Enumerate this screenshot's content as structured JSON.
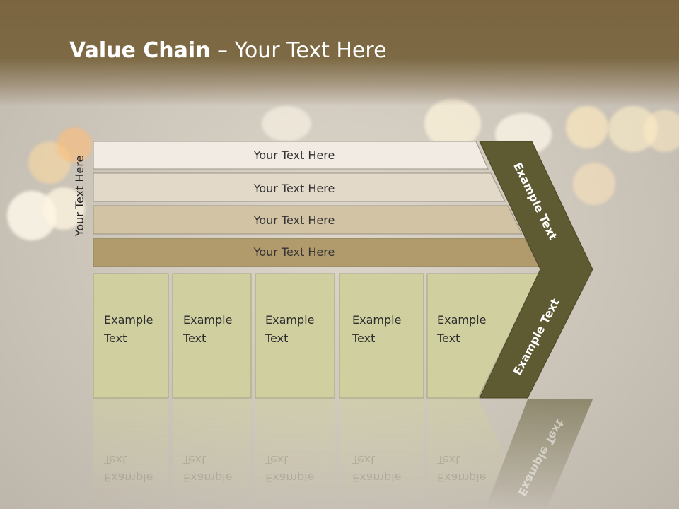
{
  "slide": {
    "title_bold": "Value Chain",
    "title_rest": " – Your Text Here",
    "side_label": "Your Text Here"
  },
  "rows": [
    {
      "label": "Your Text Here",
      "color": "#f1ebe3"
    },
    {
      "label": "Your Text Here",
      "color": "#e2d9c8"
    },
    {
      "label": "Your Text Here",
      "color": "#d1c3a3"
    },
    {
      "label": "Your Text Here",
      "color": "#b19a6b"
    }
  ],
  "boxes": [
    {
      "line1": "Example",
      "line2": "Text"
    },
    {
      "line1": "Example",
      "line2": "Text"
    },
    {
      "line1": "Example",
      "line2": "Text"
    },
    {
      "line1": "Example",
      "line2": "Text"
    },
    {
      "line1": "Example",
      "line2": "Text"
    }
  ],
  "chevron": {
    "upper_label": "Example Text",
    "lower_label": "Example Text",
    "color": "#5e5a32"
  },
  "colors": {
    "header": "#7b6843",
    "box": "#cfcfa0",
    "box_border": "#a3a382"
  }
}
